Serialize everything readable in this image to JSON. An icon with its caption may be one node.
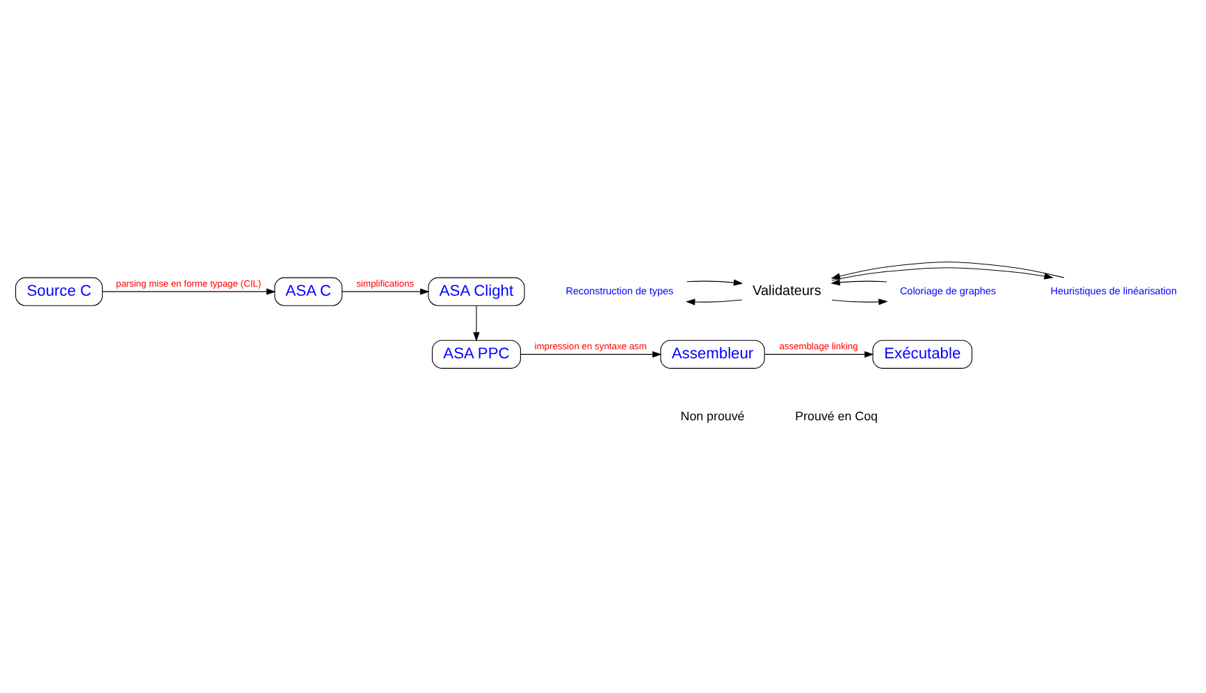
{
  "diagram": {
    "nodes": [
      {
        "text": [
          "Source C"
        ]
      },
      {
        "text": [
          "ASA C"
        ]
      },
      {
        "text": [
          "ASA Clight"
        ]
      },
      {
        "text": [
          "Reconstruction de types"
        ]
      },
      {
        "text": [
          "Coloriage de graphes"
        ]
      },
      {
        "text": [
          "Heuristiques de linéarisation"
        ]
      },
      {
        "text": [
          "Validateurs"
        ]
      },
      {
        "text": [
          "Exécutable"
        ]
      },
      {
        "text": [
          "Assembleur"
        ]
      },
      {
        "text": [
          "ASA PPC"
        ]
      }
    ],
    "edges": [
      {
        "from": 0,
        "to": 1,
        "arrow": "to",
        "label": "parsing mise en forme typage (CIL)"
      },
      {
        "from": 1,
        "to": 2,
        "arrow": "to",
        "label": "simplifications"
      },
      {
        "from": 2,
        "to": 9,
        "arrow": "to"
      },
      {
        "from": 6,
        "to": 3,
        "arrow": "to"
      },
      {
        "from": 3,
        "to": 6,
        "arrow": "to"
      },
      {
        "from": 6,
        "to": 4,
        "arrow": "to"
      },
      {
        "from": 4,
        "to": 6,
        "arrow": "to"
      },
      {
        "from": 6,
        "to": 5,
        "arrow": "to"
      },
      {
        "from": 5,
        "to": 6,
        "arrow": "to"
      },
      {
        "from": 9,
        "to": 8,
        "arrow": "to",
        "label": "impression en syntaxe asm"
      },
      {
        "from": 8,
        "to": 7,
        "arrow": "to",
        "label": "assemblage linking"
      }
    ],
    "labels": [
      "Non prouvé",
      "Prouvé en Coq"
    ]
  }
}
